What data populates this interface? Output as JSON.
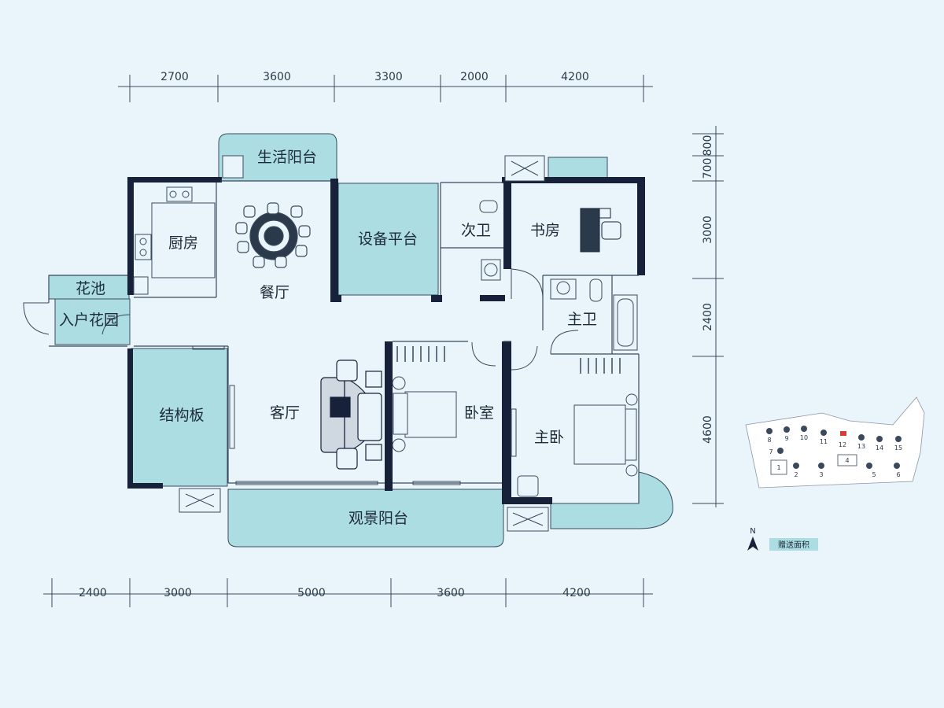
{
  "colors": {
    "background": "#e9f5fb",
    "wall": "#17213a",
    "gift_area": "#acdde3",
    "line": "#3a4a5c"
  },
  "dimensions": {
    "top": [
      "2700",
      "3600",
      "3300",
      "2000",
      "4200"
    ],
    "bottom": [
      "2400",
      "3000",
      "5000",
      "3600",
      "4200"
    ],
    "right": [
      "800",
      "700",
      "3000",
      "2400",
      "4600"
    ]
  },
  "rooms": {
    "living_balcony": "生活阳台",
    "kitchen": "厨房",
    "dining": "餐厅",
    "equipment_platform": "设备平台",
    "second_bath": "次卫",
    "study": "书房",
    "planter": "花池",
    "entry_garden": "入户花园",
    "master_bath": "主卫",
    "structural_slab": "结构板",
    "living_room": "客厅",
    "bedroom": "卧室",
    "master_bedroom": "主卧",
    "view_balcony": "观景阳台"
  },
  "compass": {
    "label": "N"
  },
  "legend": {
    "label": "赠送面积"
  },
  "site_plan": {
    "building_numbers": [
      "8",
      "9",
      "10",
      "11",
      "12",
      "13",
      "14",
      "15",
      "7",
      "1",
      "2",
      "3",
      "4",
      "5",
      "6"
    ]
  }
}
